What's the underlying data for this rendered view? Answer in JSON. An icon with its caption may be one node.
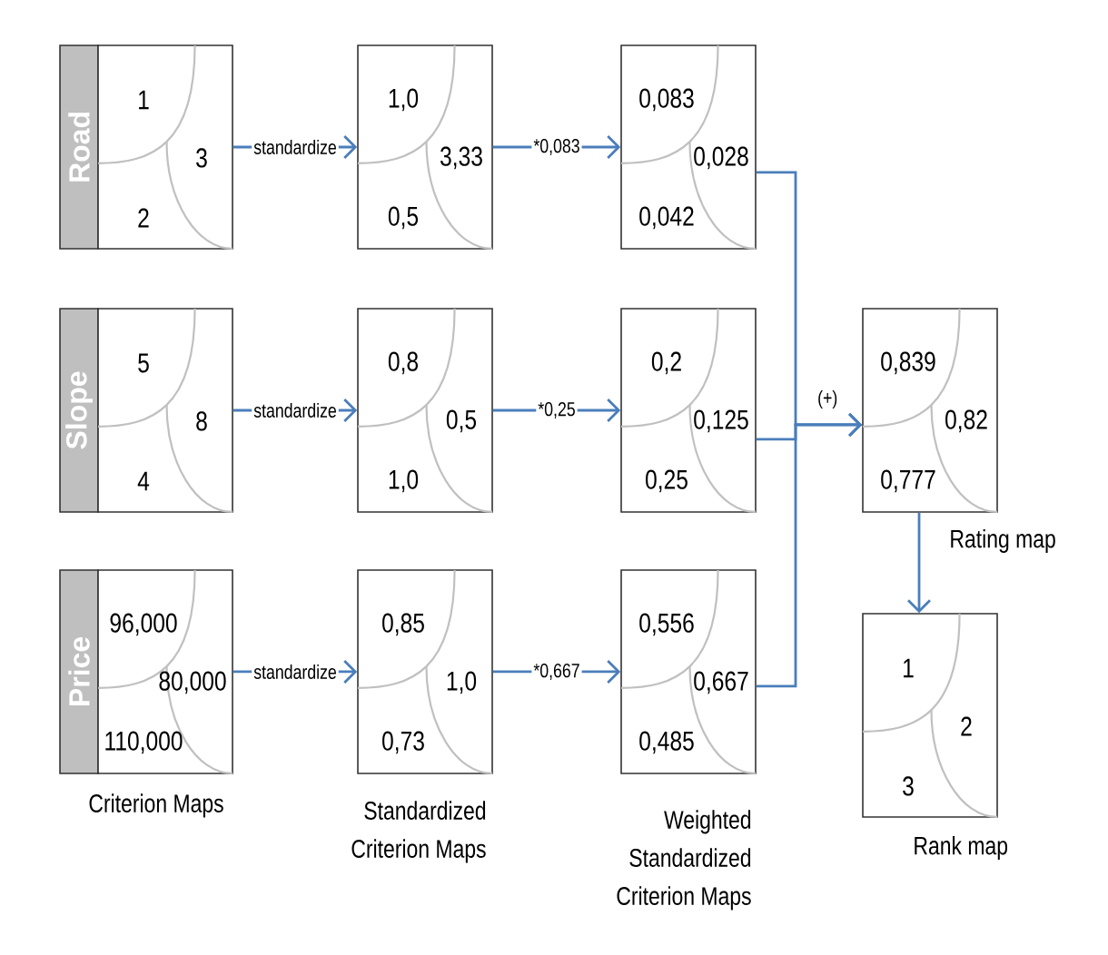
{
  "diagram": {
    "nodes": [
      {
        "text": [
          "Road"
        ]
      },
      {
        "text": [
          "1",
          "3",
          "2"
        ]
      },
      {
        "text": [
          "1,0",
          "3,33",
          "0,5"
        ]
      },
      {
        "text": [
          "0,083",
          "0,028",
          "0,042"
        ]
      },
      {
        "text": [
          "Slope"
        ]
      },
      {
        "text": [
          "5",
          "8",
          "4"
        ]
      },
      {
        "text": [
          "0,8",
          "0,5",
          "1,0"
        ]
      },
      {
        "text": [
          "0,2",
          "0,125",
          "0,25"
        ]
      },
      {
        "text": [
          "0,839",
          "0,82",
          "0,777"
        ],
        "beside": [
          "Rating map"
        ]
      },
      {
        "text": [
          "Price"
        ]
      },
      {
        "text": [
          "96,000",
          "80,000",
          "110,000"
        ]
      },
      {
        "text": [
          "0,85",
          "1,0",
          "0,73"
        ]
      },
      {
        "text": [
          "0,556",
          "0,667",
          "0,485"
        ]
      },
      {
        "text": [
          "1",
          "2",
          "3"
        ],
        "beside": [
          "Rank map"
        ]
      }
    ],
    "edges": [
      {
        "from": 1,
        "to": 2,
        "arrow": "to",
        "label": "standardize"
      },
      {
        "from": 2,
        "to": 3,
        "arrow": "to",
        "label": "*0,083"
      },
      {
        "from": 5,
        "to": 6,
        "arrow": "to",
        "label": "standardize"
      },
      {
        "from": 6,
        "to": 7,
        "arrow": "to",
        "label": "*0,25"
      },
      {
        "from": 10,
        "to": 11,
        "arrow": "to",
        "label": "standardize"
      },
      {
        "from": 11,
        "to": 12,
        "arrow": "to",
        "label": "*0,667"
      },
      {
        "from": 3,
        "to": 8,
        "arrow": "to"
      },
      {
        "from": 7,
        "to": 8,
        "arrow": "to",
        "label": "(+)"
      },
      {
        "from": 12,
        "to": 8,
        "arrow": "to"
      },
      {
        "from": 8,
        "to": 13,
        "arrow": "to"
      }
    ],
    "labels": [
      "Criterion Maps",
      "Standardized Criterion Maps",
      "Weighted Standardized Criterion Maps"
    ]
  }
}
